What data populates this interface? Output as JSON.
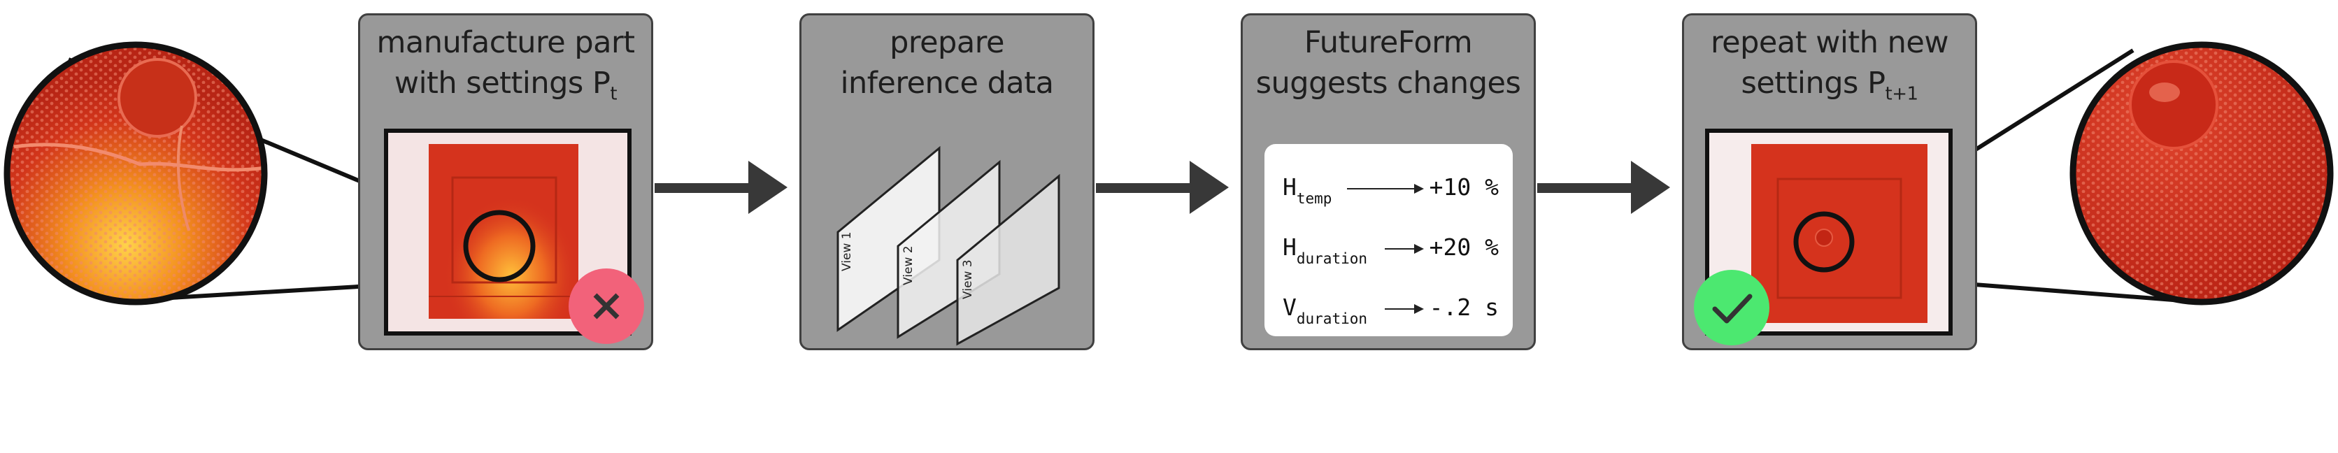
{
  "steps": [
    {
      "title_lines": [
        "manufacture part",
        "with settings P"
      ],
      "subscript": "t"
    },
    {
      "title_lines": [
        "prepare",
        "inference data"
      ]
    },
    {
      "title_lines": [
        "FutureForm",
        "suggests changes"
      ]
    },
    {
      "title_lines": [
        "repeat with new",
        "settings P"
      ],
      "subscript": "t+1"
    }
  ],
  "views": [
    "View 1",
    "View 2",
    "View 3"
  ],
  "suggestions": [
    {
      "symbol": "H",
      "subscript": "temp",
      "value": "+10 %"
    },
    {
      "symbol": "H",
      "subscript": "duration",
      "value": "+20 %"
    },
    {
      "symbol": "V",
      "subscript": "duration",
      "value": "-.2 s"
    }
  ],
  "status": {
    "fail_icon": "x-icon",
    "success_icon": "check-icon",
    "fail_color": "#f2627a",
    "success_color": "#4ce870"
  },
  "colors": {
    "panel": "#999999",
    "arrow": "#383838",
    "part_red": "#d5331d"
  }
}
